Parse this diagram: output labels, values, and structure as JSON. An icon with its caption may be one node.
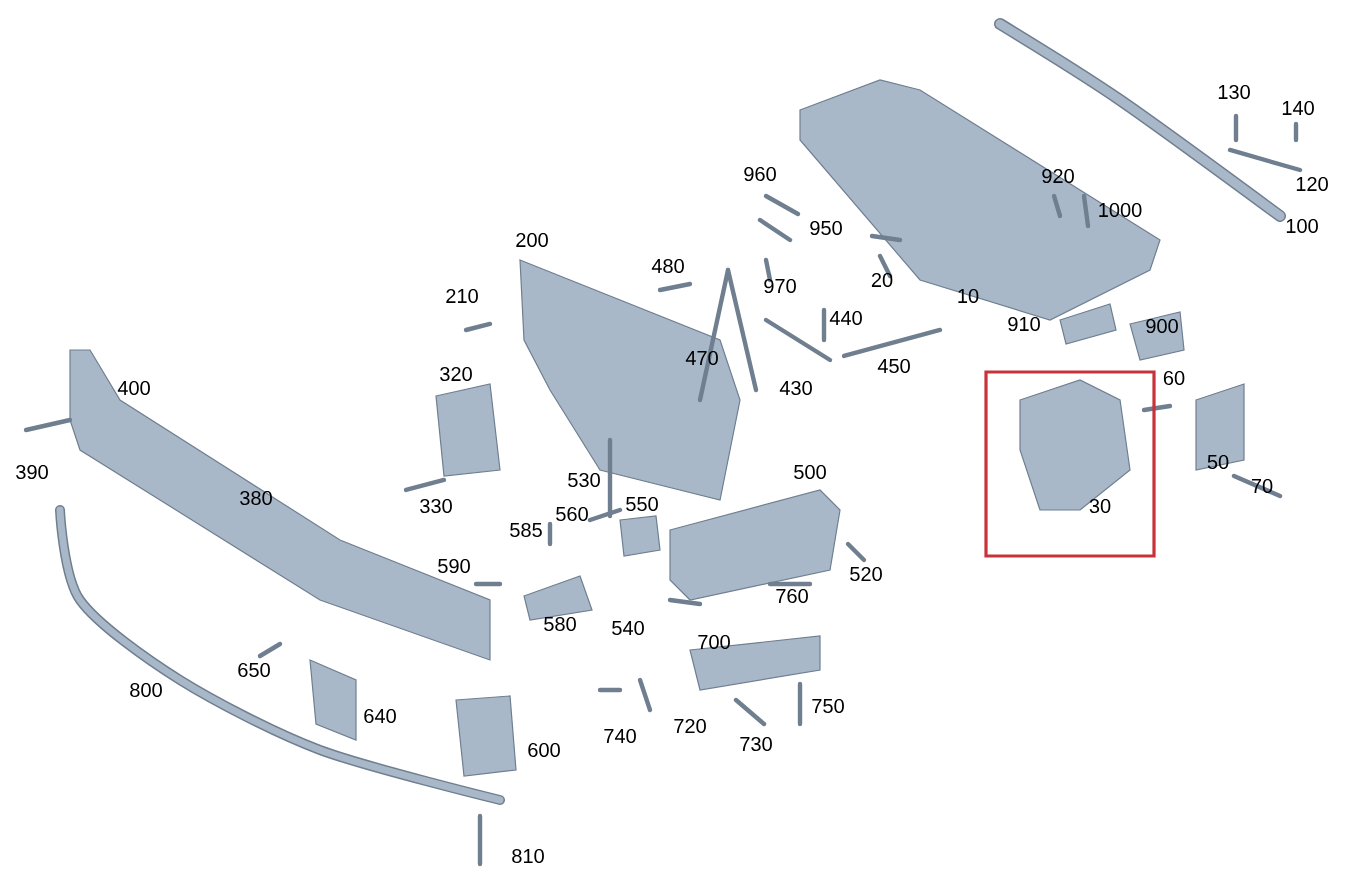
{
  "diagram": {
    "nodes": [
      {
        "text": [
          "30"
        ]
      }
    ],
    "labels": [
      "130",
      "140",
      "120",
      "100",
      "960",
      "920",
      "1000",
      "950",
      "480",
      "20",
      "970",
      "10",
      "200",
      "210",
      "440",
      "910",
      "900",
      "470",
      "450",
      "430",
      "320",
      "60",
      "400",
      "390",
      "380",
      "50",
      "70",
      "500",
      "530",
      "330",
      "550",
      "560",
      "585",
      "590",
      "520",
      "580",
      "540",
      "760",
      "700",
      "650",
      "800",
      "640",
      "720",
      "750",
      "740",
      "730",
      "600",
      "810"
    ]
  }
}
